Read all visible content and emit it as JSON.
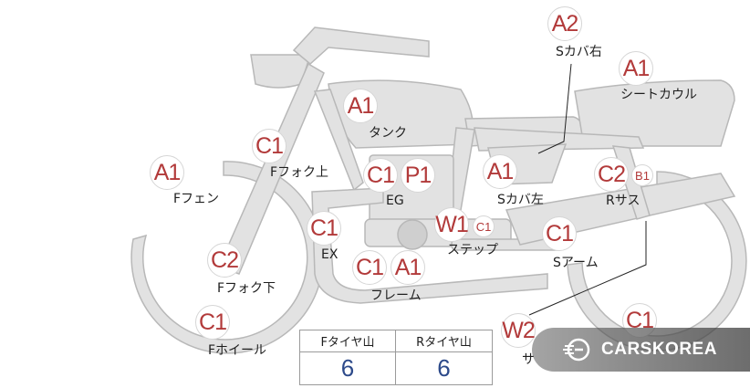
{
  "parts": [
    {
      "code": "A2",
      "label": "Sカバ右",
      "code_id": "code-a2-cover-right",
      "label_id": "label-cover-right"
    },
    {
      "code": "A1",
      "label": "シートカウル",
      "code_id": "code-a1-seat-cowl",
      "label_id": "label-seat-cowl"
    },
    {
      "code": "A1",
      "label": "タンク",
      "code_id": "code-a1-tank",
      "label_id": "label-tank"
    },
    {
      "code": "C1",
      "label": "Fフォク上",
      "code_id": "code-c1-fork-upper",
      "label_id": "label-fork-upper"
    },
    {
      "code": "A1",
      "label": "Fフェン",
      "code_id": "code-a1-fender",
      "label_id": "label-fender"
    },
    {
      "code": "C1",
      "label": "",
      "code_id": "code-c1-engine",
      "label_id": ""
    },
    {
      "code": "P1",
      "label": "EG",
      "code_id": "code-p1-engine",
      "label_id": "label-engine"
    },
    {
      "code": "A1",
      "label": "Sカバ左",
      "code_id": "code-a1-cover-left",
      "label_id": "label-cover-left"
    },
    {
      "code": "C2",
      "label": "Rサス",
      "code_id": "code-c2-rear-sus",
      "label_id": "label-rear-sus"
    },
    {
      "code": "B1",
      "label": "",
      "code_id": "code-b1-rear-sus",
      "label_id": ""
    },
    {
      "code": "C1",
      "label": "EX",
      "code_id": "code-c1-exhaust",
      "label_id": "label-exhaust"
    },
    {
      "code": "W1",
      "label": "ステップ",
      "code_id": "code-w1-step",
      "label_id": "label-step"
    },
    {
      "code": "C1",
      "label": "",
      "code_id": "code-c1-step",
      "label_id": ""
    },
    {
      "code": "C1",
      "label": "Sアーム",
      "code_id": "code-c1-swingarm",
      "label_id": "label-swingarm"
    },
    {
      "code": "C2",
      "label": "Fフォク下",
      "code_id": "code-c2-fork-lower",
      "label_id": "label-fork-lower"
    },
    {
      "code": "C1",
      "label": "",
      "code_id": "code-c1-frame",
      "label_id": ""
    },
    {
      "code": "A1",
      "label": "フレーム",
      "code_id": "code-a1-frame",
      "label_id": "label-frame"
    },
    {
      "code": "C1",
      "label": "Fホイール",
      "code_id": "code-c1-front-wheel",
      "label_id": "label-front-wheel"
    },
    {
      "code": "W2",
      "label": "サ",
      "code_id": "code-w2-partial",
      "label_id": "label-partial"
    },
    {
      "code": "C1",
      "label": "",
      "code_id": "code-c1-rear-wheel",
      "label_id": ""
    }
  ],
  "tread_table": {
    "front_header": "Fタイヤ山",
    "rear_header": "Rタイヤ山",
    "front_value": "6",
    "rear_value": "6"
  },
  "watermark": {
    "text": "CARSKOREA",
    "icon": "carskorea-logo-icon"
  },
  "colors": {
    "silhouette": "#e2e2e2",
    "outline": "#b8b8b8",
    "code_text": "#b23a3a",
    "value_text": "#2d4a8a"
  }
}
